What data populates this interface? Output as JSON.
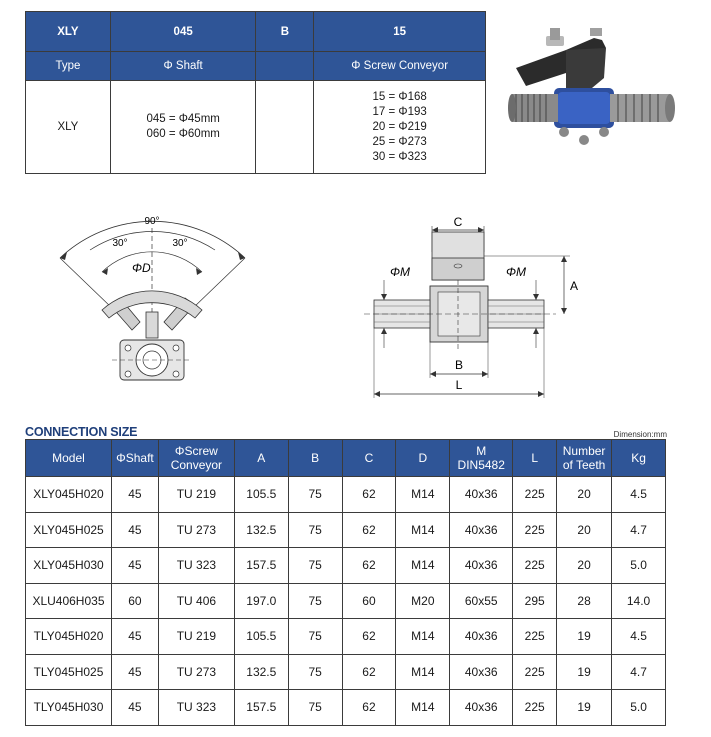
{
  "code_table": {
    "row1": [
      "XLY",
      "045",
      "B",
      "15"
    ],
    "row2": [
      "Type",
      "Φ Shaft",
      "",
      "Φ Screw Conveyor"
    ],
    "type_value": "XLY",
    "shaft_options": [
      "045 = Φ45mm",
      "060 = Φ60mm"
    ],
    "conveyor_options": [
      "15 = Φ168",
      "17 = Φ193",
      "20 = Φ219",
      "25 = Φ273",
      "30 = Φ323"
    ]
  },
  "diagram_left": {
    "angle_total": "90°",
    "angle_left": "30°",
    "angle_right": "30°",
    "diameter": "ΦD"
  },
  "diagram_right": {
    "c": "C",
    "a": "A",
    "b": "B",
    "l": "L",
    "m_left": "ΦM",
    "m_right": "ΦM"
  },
  "connection": {
    "title": "CONNECTION SIZE",
    "dimension_note": "Dimension:mm",
    "headers": [
      "Model",
      "ΦShaft",
      "ΦScrew Conveyor",
      "A",
      "B",
      "C",
      "D",
      "M DIN5482",
      "L",
      "Number of Teeth",
      "Kg"
    ],
    "rows": [
      [
        "XLY045H020",
        "45",
        "TU 219",
        "105.5",
        "75",
        "62",
        "M14",
        "40x36",
        "225",
        "20",
        "4.5"
      ],
      [
        "XLY045H025",
        "45",
        "TU 273",
        "132.5",
        "75",
        "62",
        "M14",
        "40x36",
        "225",
        "20",
        "4.7"
      ],
      [
        "XLY045H030",
        "45",
        "TU 323",
        "157.5",
        "75",
        "62",
        "M14",
        "40x36",
        "225",
        "20",
        "5.0"
      ],
      [
        "XLU406H035",
        "60",
        "TU 406",
        "197.0",
        "75",
        "60",
        "M20",
        "60x55",
        "295",
        "28",
        "14.0"
      ],
      [
        "TLY045H020",
        "45",
        "TU 219",
        "105.5",
        "75",
        "62",
        "M14",
        "40x36",
        "225",
        "19",
        "4.5"
      ],
      [
        "TLY045H025",
        "45",
        "TU 273",
        "132.5",
        "75",
        "62",
        "M14",
        "40x36",
        "225",
        "19",
        "4.7"
      ],
      [
        "TLY045H030",
        "45",
        "TU 323",
        "157.5",
        "75",
        "62",
        "M14",
        "40x36",
        "225",
        "19",
        "5.0"
      ]
    ]
  }
}
